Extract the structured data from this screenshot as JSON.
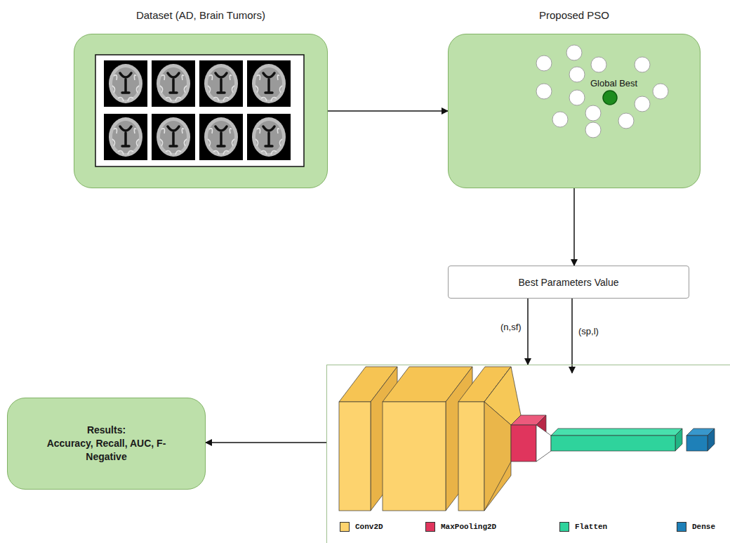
{
  "diagram": {
    "nodes": [
      {
        "text": [
          "Dataset (AD, Brain Tumors)"
        ]
      },
      {
        "text": [
          "Proposed PSO"
        ]
      },
      {
        "text": [
          "Best Parameters Value"
        ]
      },
      {
        "text": []
      },
      {
        "text": [
          "Results:",
          "Accuracy, Recall, AUC, F-Negative"
        ]
      }
    ],
    "edges": [
      {
        "from": 0,
        "to": 1,
        "arrow": "to"
      },
      {
        "from": 1,
        "to": 2,
        "arrow": "to"
      },
      {
        "from": 2,
        "to": 3,
        "label": "(n,sf)",
        "arrow": "to"
      },
      {
        "from": 2,
        "to": 3,
        "label": "(sp,l)",
        "arrow": "to"
      },
      {
        "from": 3,
        "to": 4,
        "arrow": "to"
      }
    ],
    "labels": [
      "Global Best"
    ],
    "legend": [
      {
        "text": "Conv2D",
        "color": "#fdd36e"
      },
      {
        "text": "MaxPooling2D",
        "color": "#e0355d"
      },
      {
        "text": "Flatten",
        "color": "#2fd39c"
      },
      {
        "text": "Dense",
        "color": "#1e80b8"
      }
    ]
  }
}
